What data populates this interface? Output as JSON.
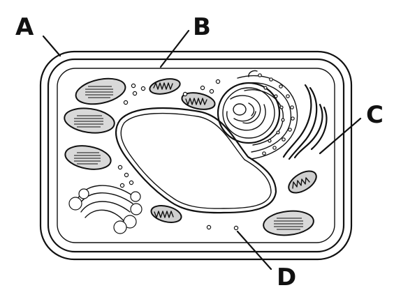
{
  "labels": {
    "a": "A",
    "b": "B",
    "c": "C",
    "d": "D"
  },
  "colors": {
    "ink": "#111111",
    "background": "#ffffff",
    "organelle_fill": "#d9d9d9"
  }
}
